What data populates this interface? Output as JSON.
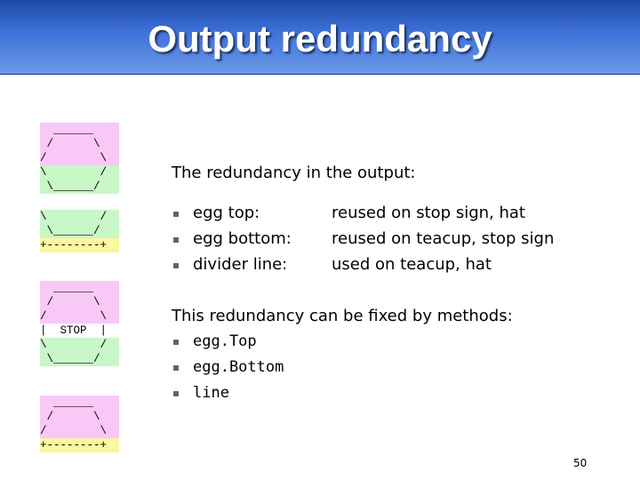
{
  "title": "Output redundancy",
  "art": {
    "fig1": [
      {
        "text": "  ______",
        "color": "pink"
      },
      {
        "text": " /      \\",
        "color": "pink"
      },
      {
        "text": "/        \\",
        "color": "pink"
      },
      {
        "text": "\\        /",
        "color": "green"
      },
      {
        "text": " \\______/",
        "color": "green"
      }
    ],
    "fig2": [
      {
        "text": "\\        /",
        "color": "green"
      },
      {
        "text": " \\______/",
        "color": "green"
      },
      {
        "text": "+--------+",
        "color": "yellow"
      }
    ],
    "fig3": [
      {
        "text": "  ______",
        "color": "pink"
      },
      {
        "text": " /      \\",
        "color": "pink"
      },
      {
        "text": "/        \\",
        "color": "pink"
      },
      {
        "text": "|  STOP  |",
        "color": "white"
      },
      {
        "text": "\\        /",
        "color": "green"
      },
      {
        "text": " \\______/",
        "color": "green"
      }
    ],
    "fig4": [
      {
        "text": "  ______",
        "color": "pink"
      },
      {
        "text": " /      \\",
        "color": "pink"
      },
      {
        "text": "/        \\",
        "color": "pink"
      },
      {
        "text": "+--------+",
        "color": "yellow"
      }
    ]
  },
  "intro": "The redundancy in the output:",
  "redundancy": [
    {
      "name": "egg top:",
      "desc": "reused on stop sign, hat"
    },
    {
      "name": "egg bottom:",
      "desc": "reused on teacup, stop sign"
    },
    {
      "name": "divider line:",
      "desc": "used on teacup, hat"
    }
  ],
  "fix_intro": "This redundancy can be fixed by methods:",
  "methods": [
    "egg.Top",
    "egg.Bottom",
    "line"
  ],
  "page_number": "50"
}
